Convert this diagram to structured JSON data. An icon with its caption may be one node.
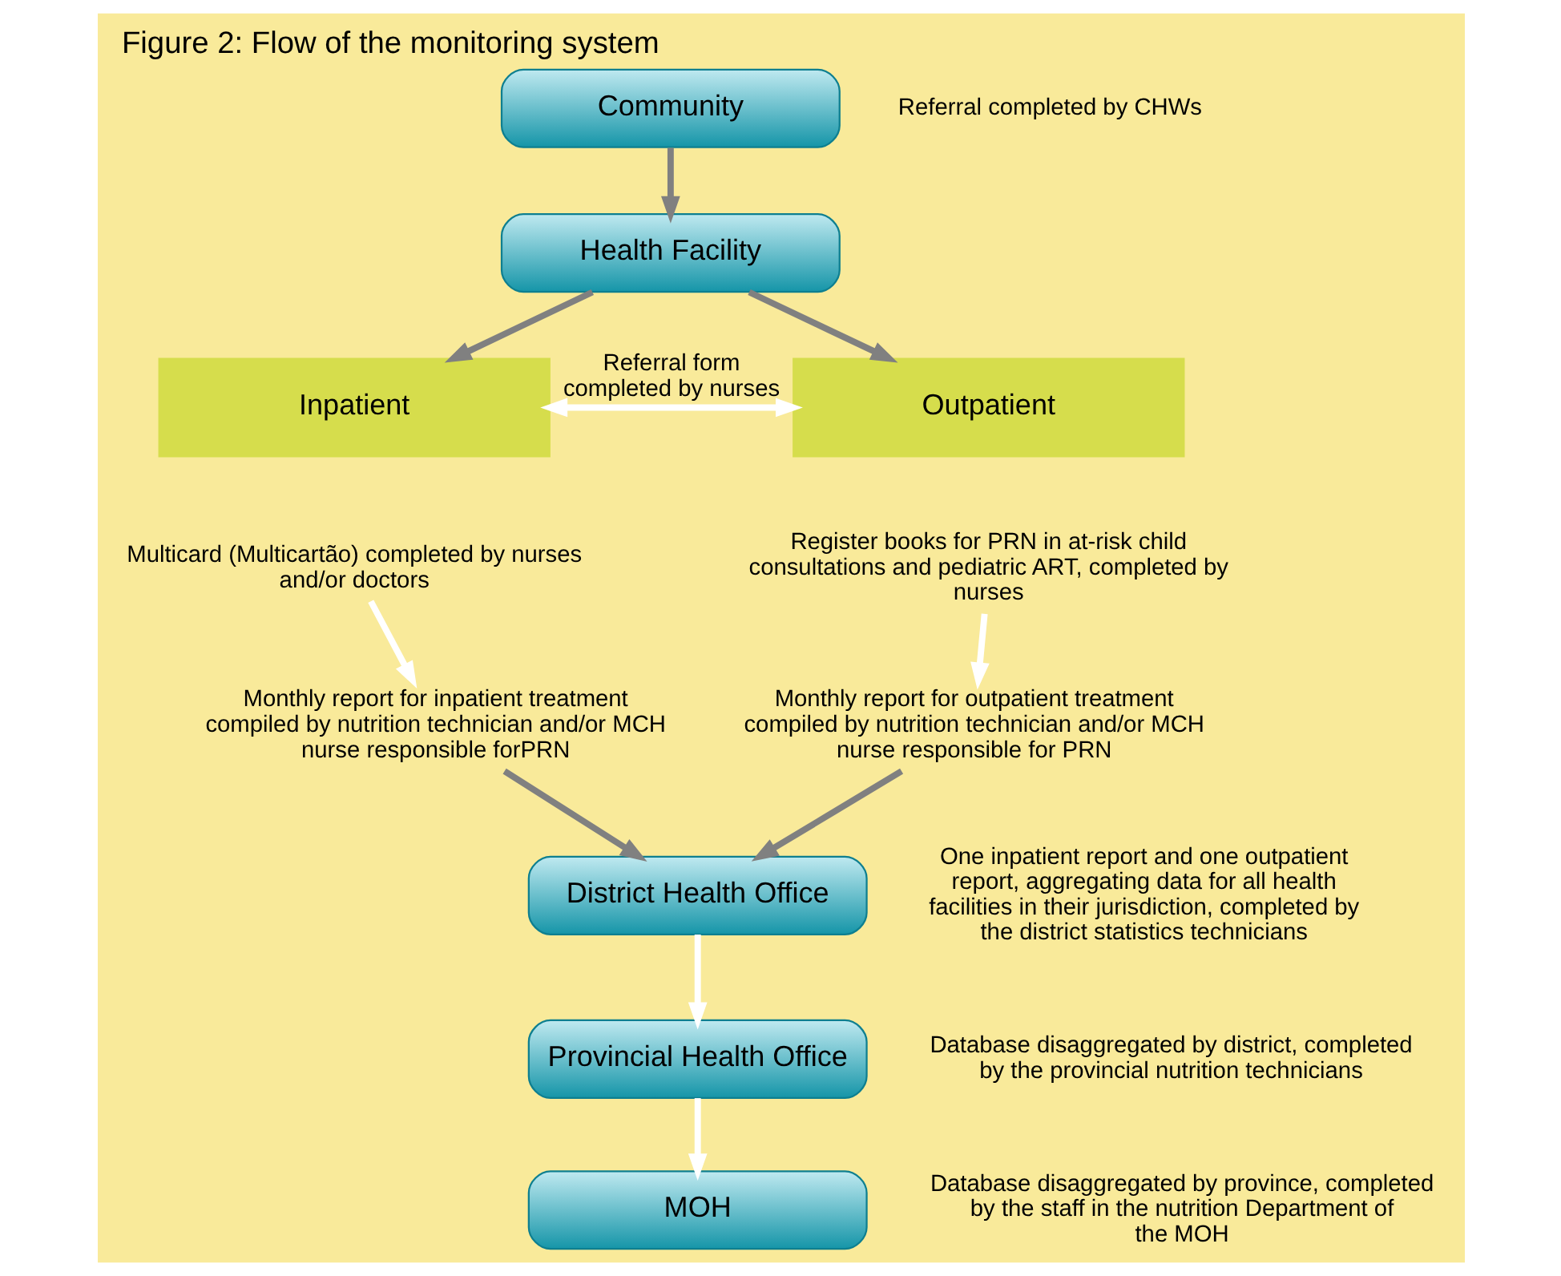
{
  "diagram": {
    "title": "Figure 2: Flow of the monitoring system",
    "nodes": [
      {
        "text": [
          "Community"
        ],
        "beside": [
          "Referral completed by CHWs"
        ]
      },
      {
        "text": [
          "Health Facility"
        ]
      },
      {
        "text": [
          "Inpatient"
        ]
      },
      {
        "text": [
          "Outpatient"
        ]
      },
      {
        "text": [
          "Multicard (Multicartão) completed by nurses and/or doctors"
        ]
      },
      {
        "text": [
          "Register books for PRN in at-risk child consultations and pediatric ART, completed by nurses"
        ]
      },
      {
        "text": [
          "Monthly report for inpatient treatment compiled by nutrition technician and/or MCH nurse responsible forPRN"
        ]
      },
      {
        "text": [
          "Monthly report for outpatient treatment compiled by nutrition technician and/or MCH nurse responsible for PRN"
        ]
      },
      {
        "text": [
          "District Health Office"
        ],
        "beside": [
          "One inpatient report and one outpatient report, aggregating data for all health facilities in their jurisdiction, completed by the district statistics technicians"
        ]
      },
      {
        "text": [
          "Provincial Health Office"
        ],
        "beside": [
          "Database disaggregated by district, completed by the provincial nutrition technicians"
        ]
      },
      {
        "text": [
          "MOH"
        ],
        "beside": [
          "Database disaggregated by province, completed by the staff in the nutrition Department of the MOH"
        ]
      }
    ],
    "edges": [
      {
        "from": 0,
        "to": 1,
        "arrow": "to"
      },
      {
        "from": 1,
        "to": 2,
        "arrow": "to"
      },
      {
        "from": 1,
        "to": 3,
        "arrow": "to"
      },
      {
        "from": 2,
        "to": 3,
        "arrow": "both",
        "label": "Referral form completed by nurses",
        "color": "#ffffff"
      },
      {
        "from": 4,
        "to": 6,
        "arrow": "to",
        "color": "#ffffff"
      },
      {
        "from": 5,
        "to": 7,
        "arrow": "to",
        "color": "#ffffff"
      },
      {
        "from": 6,
        "to": 8,
        "arrow": "to"
      },
      {
        "from": 7,
        "to": 8,
        "arrow": "to"
      },
      {
        "from": 8,
        "to": 9,
        "arrow": "to",
        "color": "#ffffff"
      },
      {
        "from": 9,
        "to": 10,
        "arrow": "to",
        "color": "#ffffff"
      }
    ]
  }
}
